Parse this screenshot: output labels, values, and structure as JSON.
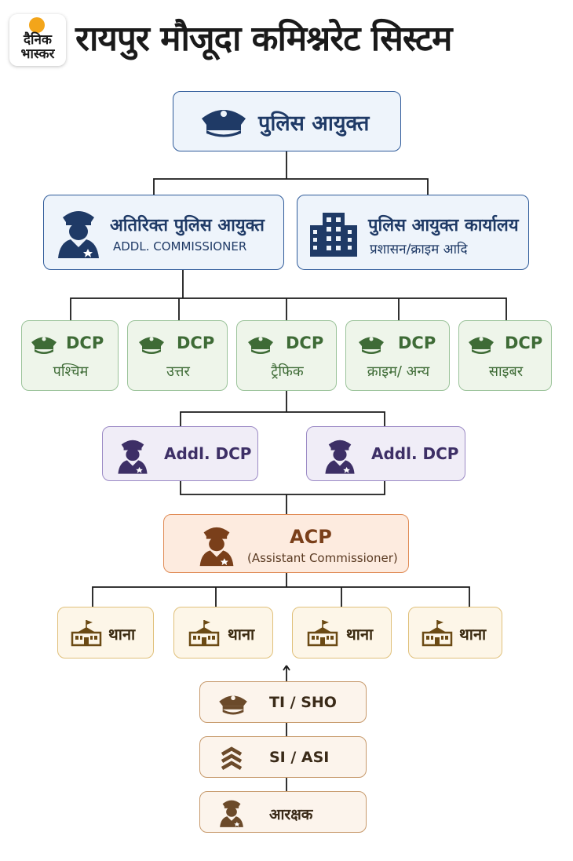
{
  "logo": {
    "line1": "दैनिक",
    "line2": "भास्कर"
  },
  "title": "रायपुर मौजूदा कमिश्नरेट सिस्टम",
  "commissioner": {
    "label": "पुलिस आयुक्त",
    "icon": "police-cap-icon"
  },
  "addl_commissioner": {
    "label": "अतिरिक्त पुलिस आयुक्त",
    "sub": "ADDL. COMMISSIONER",
    "icon": "officer-icon"
  },
  "commissioner_office": {
    "label": "पुलिस आयुक्त कार्यालय",
    "sub": "प्रशासन/क्राइम आदि",
    "icon": "building-icon"
  },
  "dcps": [
    {
      "title": "DCP",
      "sub": "पश्चिम",
      "icon": "cap-icon"
    },
    {
      "title": "DCP",
      "sub": "उत्तर",
      "icon": "cap-icon"
    },
    {
      "title": "DCP",
      "sub": "ट्रैफिक",
      "icon": "cap-icon"
    },
    {
      "title": "DCP",
      "sub": "क्राइम/ अन्य",
      "icon": "cap-icon"
    },
    {
      "title": "DCP",
      "sub": "साइबर",
      "icon": "cap-icon"
    }
  ],
  "addl_dcps": [
    {
      "label": "Addl. DCP",
      "icon": "officer-icon"
    },
    {
      "label": "Addl. DCP",
      "icon": "officer-icon"
    }
  ],
  "acp": {
    "title": "ACP",
    "sub": "(Assistant Commissioner)",
    "icon": "officer-icon"
  },
  "thanas": [
    {
      "label": "थाना",
      "icon": "police-station-icon"
    },
    {
      "label": "थाना",
      "icon": "police-station-icon"
    },
    {
      "label": "थाना",
      "icon": "police-station-icon"
    },
    {
      "label": "थाना",
      "icon": "police-station-icon"
    }
  ],
  "ranks": [
    {
      "label": "TI / SHO",
      "icon": "cap-icon"
    },
    {
      "label": "SI / ASI",
      "icon": "chevron-rank-icon"
    },
    {
      "label": "आरक्षक",
      "icon": "officer-icon"
    }
  ],
  "colors": {
    "blue": "#1f3a66",
    "green": "#3e6b36",
    "purple": "#3d2f66",
    "orange": "#7a3f1a",
    "yellow": "#6b4a14",
    "cream": "#6b4a2a",
    "sun": "#f3a51a"
  }
}
